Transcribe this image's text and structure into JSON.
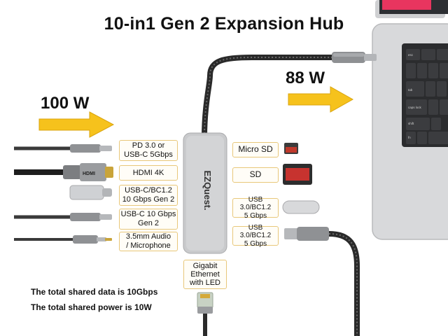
{
  "title": "10-in1 Gen 2 Expansion Hub",
  "power_in": "100 W",
  "power_out": "88 W",
  "brand": "EZQuest.",
  "left_ports": [
    {
      "line1": "PD 3.0 or",
      "line2": "USB-C 5Gbps"
    },
    {
      "line1": "HDMI 4K",
      "line2": ""
    },
    {
      "line1": "USB-C/BC1.2",
      "line2": "10 Gbps Gen 2"
    },
    {
      "line1": "USB-C 10 Gbps",
      "line2": "Gen 2"
    },
    {
      "line1": "3.5mm Audio",
      "line2": "/ Microphone"
    }
  ],
  "right_ports": [
    {
      "line1": "Micro SD",
      "line2": ""
    },
    {
      "line1": "SD",
      "line2": ""
    },
    {
      "line1": "USB 3.0/BC1.2",
      "line2": "5 Gbps"
    },
    {
      "line1": "USB 3.0/BC1.2",
      "line2": "5 Gbps"
    }
  ],
  "bottom_port": {
    "line1": "Gigabit",
    "line2": "Ethernet",
    "line3": "with LED"
  },
  "notes": {
    "data": "The total shared data is 10Gbps",
    "power": "The total shared power is 10W"
  },
  "keyboard_keys": [
    "esc",
    "tab",
    "caps lock",
    "shift",
    "fn"
  ],
  "colors": {
    "arrow": "#f6c21c",
    "arrow_stroke": "#d9a40e",
    "label_border": "#e8c77a",
    "hub": "#c9cacc",
    "laptop": "#d6d7d9",
    "keyboard": "#2b2c2e",
    "screen_pink": "#e8355f"
  }
}
